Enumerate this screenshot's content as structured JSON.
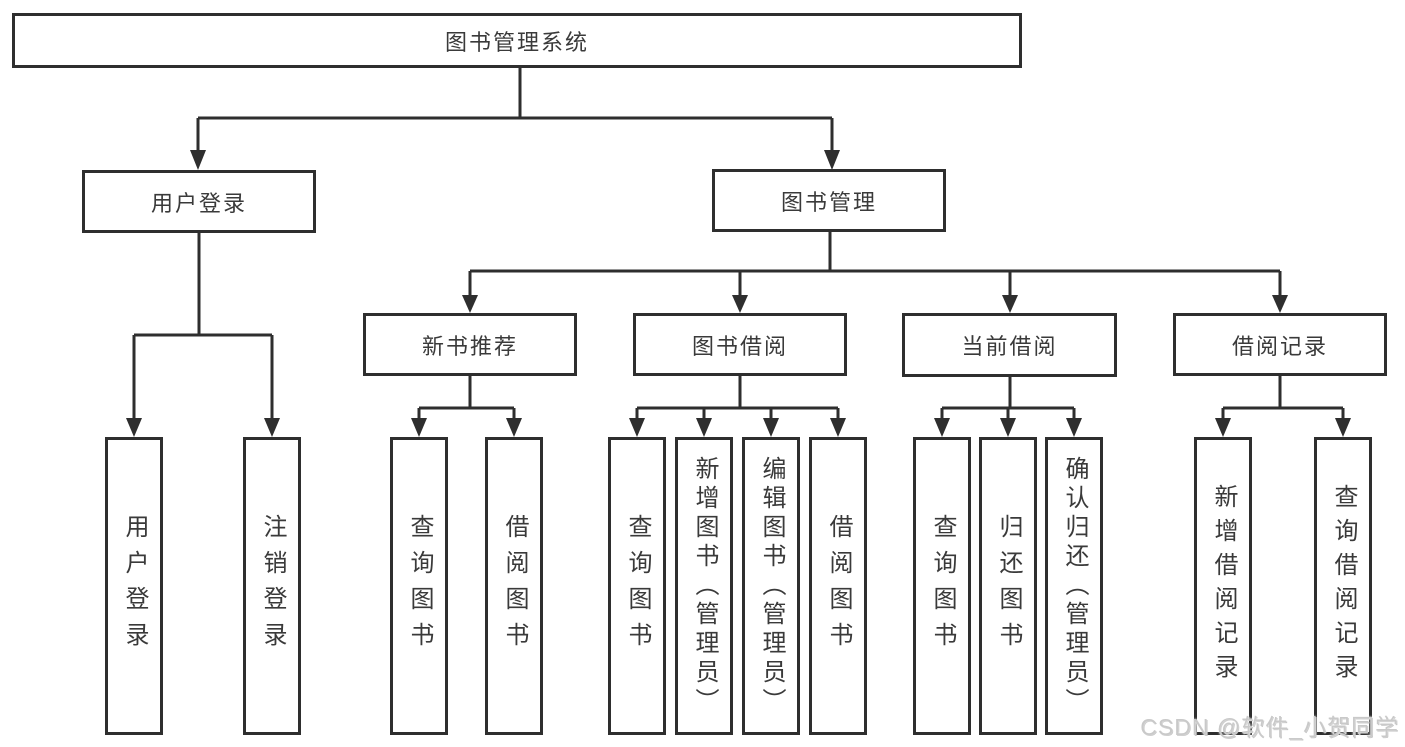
{
  "diagram": {
    "root": "图书管理系统",
    "level2": [
      "用户登录",
      "图书管理"
    ],
    "level3": [
      "新书推荐",
      "图书借阅",
      "当前借阅",
      "借阅记录"
    ],
    "leaves": {
      "user_login_group": [
        "用户登录",
        "注销登录"
      ],
      "new_book_group": [
        "查询图书",
        "借阅图书"
      ],
      "book_borrow_group": [
        "查询图书",
        "新增图书（管理员）",
        "编辑图书（管理员）",
        "借阅图书"
      ],
      "current_borrow_group": [
        "查询图书",
        "归还图书",
        "确认归还（管理员）"
      ],
      "record_group": [
        "新增借阅记录",
        "查询借阅记录"
      ]
    }
  },
  "watermark": "CSDN @软件_小贺同学",
  "colors": {
    "line": "#2e2e2e",
    "box_border": "#2e2e2e",
    "text": "#3a3a3a",
    "watermark_text": "#c9c9c9",
    "background": "#ffffff"
  }
}
